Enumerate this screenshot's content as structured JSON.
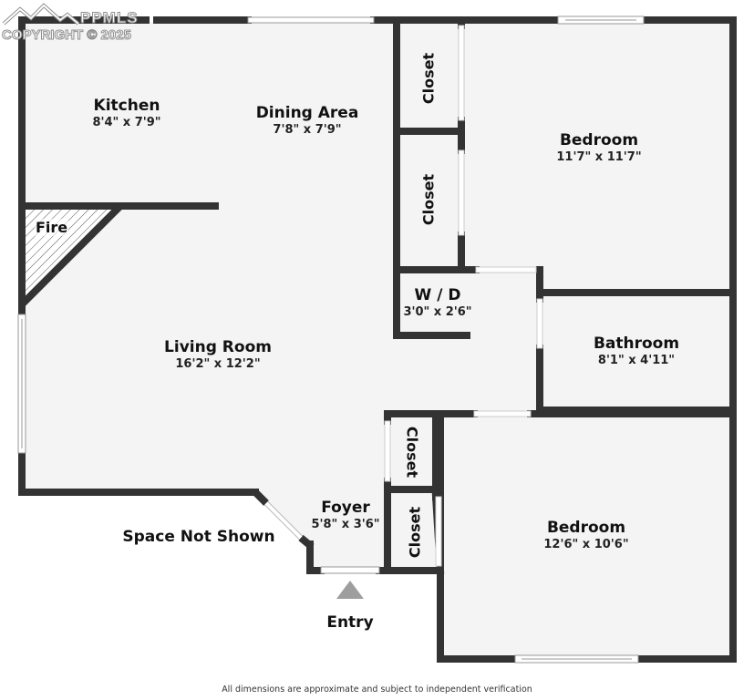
{
  "watermark": {
    "logo": "PPMLS",
    "copyright": "COPYRIGHT © 2025"
  },
  "colors": {
    "wall": "#333333",
    "floor": "#f4f4f4",
    "window": "#ffffff",
    "entry_marker": "#9e9e9e",
    "background": "#ffffff"
  },
  "rooms": [
    {
      "name": "Kitchen",
      "dimensions": "8'4\" x 7'9\""
    },
    {
      "name": "Dining Area",
      "dimensions": "7'8\" x 7'9\""
    },
    {
      "name": "Bedroom",
      "dimensions": "11'7\" x 11'7\""
    },
    {
      "name": "W / D",
      "dimensions": "3'0\" x 2'6\""
    },
    {
      "name": "Living Room",
      "dimensions": "16'2\" x 12'2\""
    },
    {
      "name": "Bathroom",
      "dimensions": "8'1\" x 4'11\""
    },
    {
      "name": "Foyer",
      "dimensions": "5'8\" x 3'6\""
    },
    {
      "name": "Bedroom",
      "dimensions": "12'6\" x 10'6\""
    }
  ],
  "closets": [
    "Closet",
    "Closet",
    "Closet",
    "Closet"
  ],
  "fireplace": "Fire",
  "labels": {
    "space_not_shown": "Space Not Shown",
    "entry": "Entry"
  },
  "footer": "All dimensions are approximate and subject to independent verification"
}
